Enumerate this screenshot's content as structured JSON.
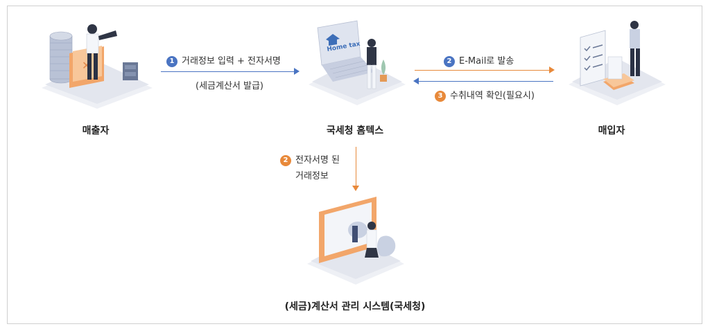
{
  "colors": {
    "blue": "#4a74c2",
    "orange": "#e8893a"
  },
  "nodes": {
    "seller": "매출자",
    "hometax": "국세청 홈텍스",
    "buyer": "매입자",
    "system": "(세금)계산서 관리 시스템(국세청)"
  },
  "logo_text": "Home tax",
  "edges": {
    "e1": {
      "step": "1",
      "line1": "거래정보 입력 + 전자서명",
      "line2": "(세금계산서 발급)"
    },
    "e2": {
      "step": "2",
      "text": "E-Mail로 발송"
    },
    "e3": {
      "step": "3",
      "text": "수취내역 확인(필요시)"
    },
    "e4": {
      "step": "2",
      "line1": "전자서명 된",
      "line2": "거래정보"
    }
  }
}
